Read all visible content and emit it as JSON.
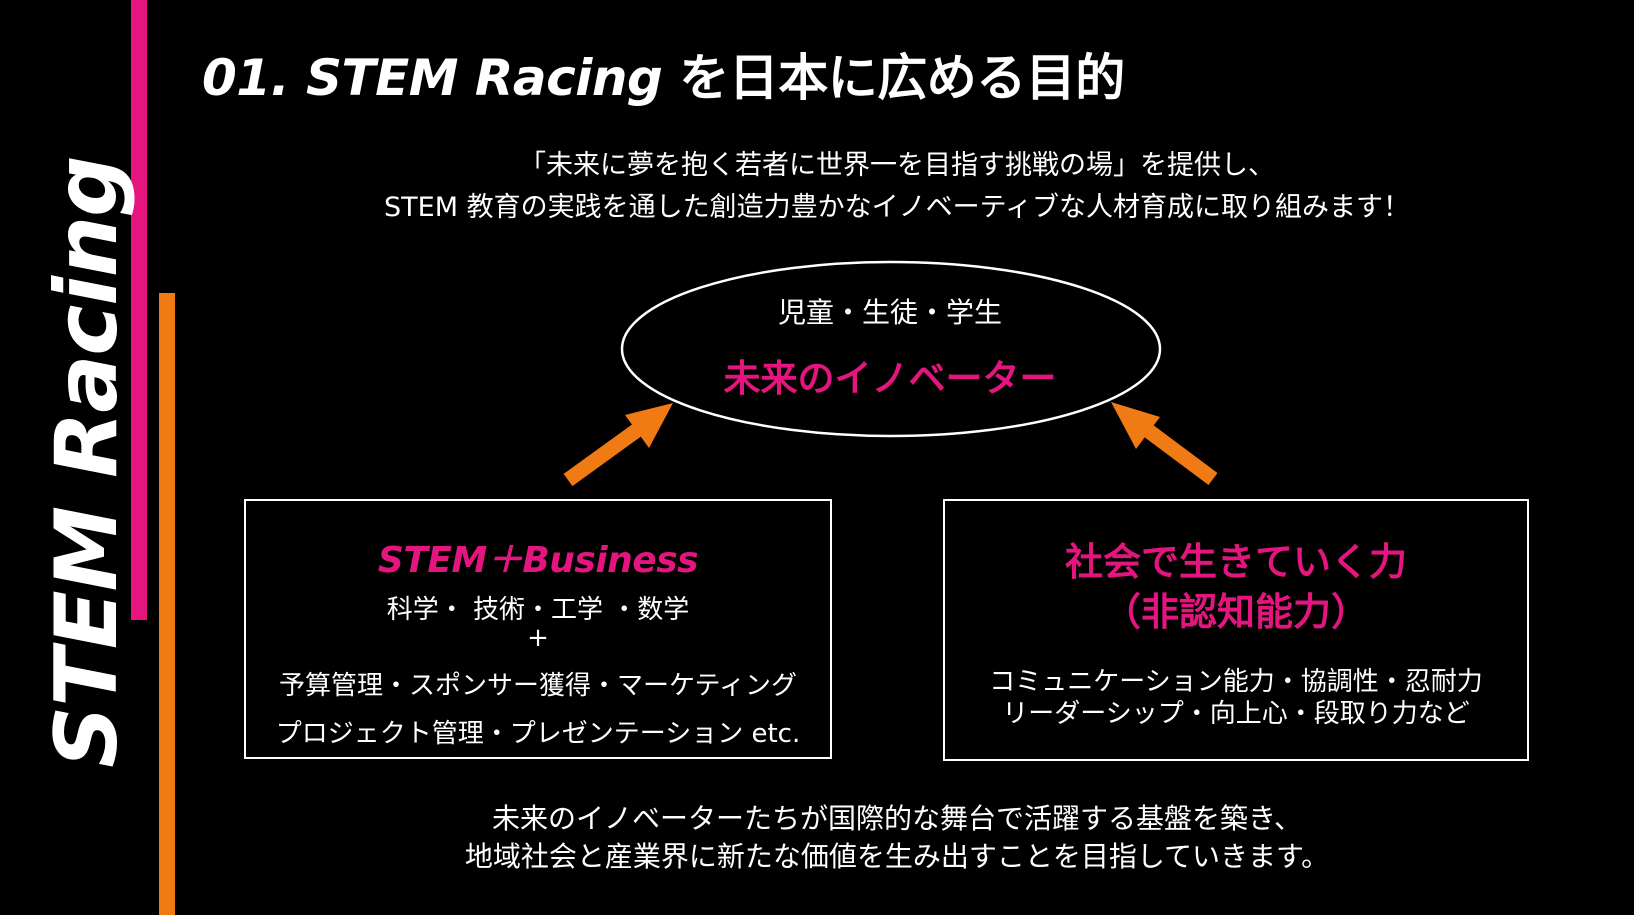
{
  "side_title": "STEM Racing",
  "title": {
    "prefix": "01. STEM Racing",
    "suffix": " を日本に広める目的"
  },
  "intro": {
    "line1": "「未来に夢を抱く若者に世界一を目指す挑戦の場」を提供し、",
    "line2": "STEM 教育の実践を通した創造力豊かなイノベーティブな人材育成に取り組みます！"
  },
  "ellipse": {
    "subtitle": "児童・生徒・学生",
    "title": "未来のイノベーター"
  },
  "left_box": {
    "heading": "STEM＋Business",
    "line1": "科学・ 技術・工学 ・数学",
    "plus": "+",
    "line2": "予算管理・スポンサー獲得・マーケティング",
    "line3": "プロジェクト管理・プレゼンテーション etc."
  },
  "right_box": {
    "heading1": "社会で生きていく力",
    "heading2": "（非認知能力）",
    "line1": "コミュニケーション能力・協調性・忍耐力",
    "line2": "リーダーシップ・向上心・段取り力など"
  },
  "outro": {
    "line1": "未来のイノベーターたちが国際的な舞台で活躍する基盤を築き、",
    "line2": "地域社会と産業界に新たな価値を生み出すことを目指していきます。"
  },
  "colors": {
    "background": "#000000",
    "accent_pink": "#e4157f",
    "accent_orange": "#f07a13",
    "text": "#ffffff"
  }
}
